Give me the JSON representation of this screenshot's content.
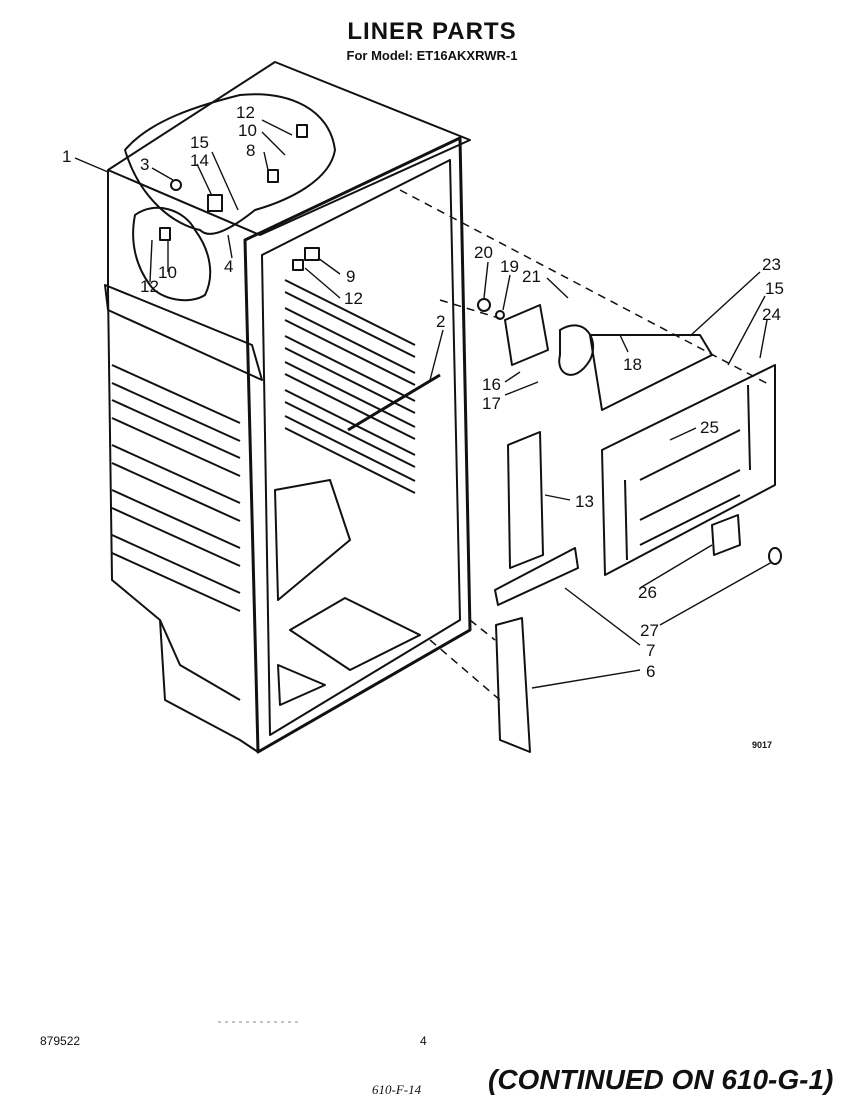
{
  "title": "LINER PARTS",
  "subtitle": "For Model: ET16AKXRWR-1",
  "callouts": [
    {
      "id": "c1",
      "text": "1"
    },
    {
      "id": "c3",
      "text": "3"
    },
    {
      "id": "c14",
      "text": "14"
    },
    {
      "id": "c15a",
      "text": "15"
    },
    {
      "id": "c12a",
      "text": "12"
    },
    {
      "id": "c10a",
      "text": "10"
    },
    {
      "id": "c8",
      "text": "8"
    },
    {
      "id": "c4",
      "text": "4"
    },
    {
      "id": "c12b",
      "text": "12"
    },
    {
      "id": "c10b",
      "text": "10"
    },
    {
      "id": "c9",
      "text": "9"
    },
    {
      "id": "c12c",
      "text": "12"
    },
    {
      "id": "c2",
      "text": "2"
    },
    {
      "id": "c20",
      "text": "20"
    },
    {
      "id": "c19",
      "text": "19"
    },
    {
      "id": "c21",
      "text": "21"
    },
    {
      "id": "c23",
      "text": "23"
    },
    {
      "id": "c15b",
      "text": "15"
    },
    {
      "id": "c24",
      "text": "24"
    },
    {
      "id": "c18",
      "text": "18"
    },
    {
      "id": "c16",
      "text": "16"
    },
    {
      "id": "c17",
      "text": "17"
    },
    {
      "id": "c25",
      "text": "25"
    },
    {
      "id": "c13",
      "text": "13"
    },
    {
      "id": "c26",
      "text": "26"
    },
    {
      "id": "c27",
      "text": "27"
    },
    {
      "id": "c7",
      "text": "7"
    },
    {
      "id": "c6",
      "text": "6"
    }
  ],
  "figure_code": "9017",
  "footer": {
    "doc_number": "879522",
    "page_number": "4",
    "handwritten_ref": "610-F-14",
    "continued": "(CONTINUED ON 610-G-1)"
  }
}
